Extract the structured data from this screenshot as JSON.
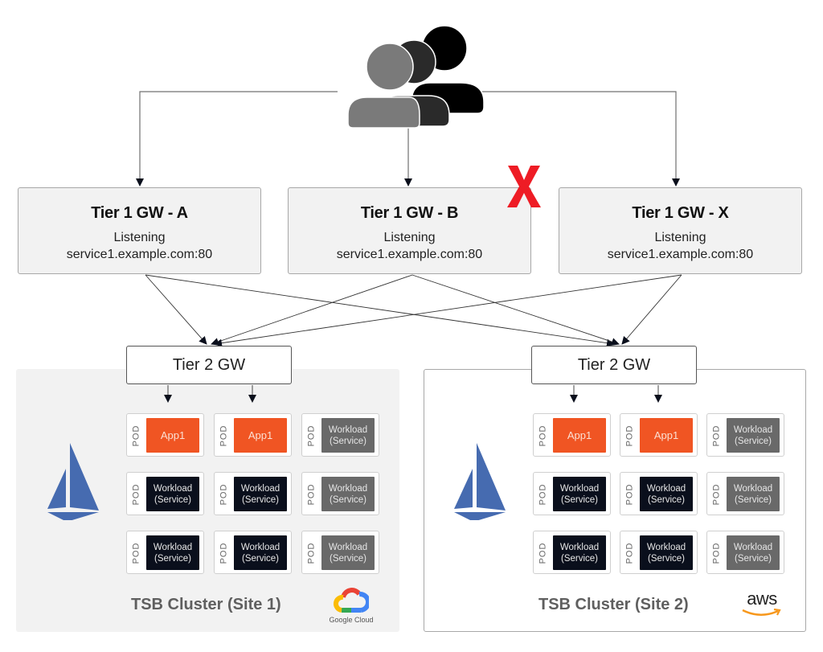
{
  "users": {
    "icon": "users-group-icon",
    "colors": [
      "#000000",
      "#2a2a2a",
      "#7a7a7a"
    ]
  },
  "tier1_gateways": [
    {
      "title": "Tier 1 GW - A",
      "line1": "Listening",
      "line2": "service1.example.com:80",
      "failed": false
    },
    {
      "title": "Tier 1 GW - B",
      "line1": "Listening",
      "line2": "service1.example.com:80",
      "failed": true
    },
    {
      "title": "Tier 1 GW - X",
      "line1": "Listening",
      "line2": "service1.example.com:80",
      "failed": false
    }
  ],
  "failure_marker": {
    "icon": "red-x-icon",
    "color": "#ee1c25"
  },
  "clusters": [
    {
      "title": "TSB Cluster (Site 1)",
      "tier2_label": "Tier 2 GW",
      "provider": "Google Cloud",
      "provider_icon": "google-cloud-logo",
      "mesh_icon": "istio-sail-logo",
      "pods": [
        [
          {
            "label": "POD",
            "kind": "app",
            "line1": "App1",
            "line2": ""
          },
          {
            "label": "POD",
            "kind": "app",
            "line1": "App1",
            "line2": ""
          },
          {
            "label": "POD",
            "kind": "grey",
            "line1": "Workload",
            "line2": "(Service)"
          }
        ],
        [
          {
            "label": "POD",
            "kind": "dark",
            "line1": "Workload",
            "line2": "(Service)"
          },
          {
            "label": "POD",
            "kind": "dark",
            "line1": "Workload",
            "line2": "(Service)"
          },
          {
            "label": "POD",
            "kind": "grey",
            "line1": "Workload",
            "line2": "(Service)"
          }
        ],
        [
          {
            "label": "POD",
            "kind": "dark",
            "line1": "Workload",
            "line2": "(Service)"
          },
          {
            "label": "POD",
            "kind": "dark",
            "line1": "Workload",
            "line2": "(Service)"
          },
          {
            "label": "POD",
            "kind": "grey",
            "line1": "Workload",
            "line2": "(Service)"
          }
        ]
      ]
    },
    {
      "title": "TSB Cluster (Site 2)",
      "tier2_label": "Tier 2 GW",
      "provider": "aws",
      "provider_icon": "aws-logo",
      "mesh_icon": "istio-sail-logo",
      "pods": [
        [
          {
            "label": "POD",
            "kind": "app",
            "line1": "App1",
            "line2": ""
          },
          {
            "label": "POD",
            "kind": "app",
            "line1": "App1",
            "line2": ""
          },
          {
            "label": "POD",
            "kind": "grey",
            "line1": "Workload",
            "line2": "(Service)"
          }
        ],
        [
          {
            "label": "POD",
            "kind": "dark",
            "line1": "Workload",
            "line2": "(Service)"
          },
          {
            "label": "POD",
            "kind": "dark",
            "line1": "Workload",
            "line2": "(Service)"
          },
          {
            "label": "POD",
            "kind": "grey",
            "line1": "Workload",
            "line2": "(Service)"
          }
        ],
        [
          {
            "label": "POD",
            "kind": "dark",
            "line1": "Workload",
            "line2": "(Service)"
          },
          {
            "label": "POD",
            "kind": "dark",
            "line1": "Workload",
            "line2": "(Service)"
          },
          {
            "label": "POD",
            "kind": "grey",
            "line1": "Workload",
            "line2": "(Service)"
          }
        ]
      ]
    }
  ],
  "connections": [
    {
      "from": "users",
      "to": "Tier 1 GW - A"
    },
    {
      "from": "users",
      "to": "Tier 1 GW - B"
    },
    {
      "from": "users",
      "to": "Tier 1 GW - X"
    },
    {
      "from": "Tier 1 GW - A",
      "to": "Tier 2 GW (Site 1)"
    },
    {
      "from": "Tier 1 GW - A",
      "to": "Tier 2 GW (Site 2)"
    },
    {
      "from": "Tier 1 GW - B",
      "to": "Tier 2 GW (Site 1)"
    },
    {
      "from": "Tier 1 GW - B",
      "to": "Tier 2 GW (Site 2)"
    },
    {
      "from": "Tier 1 GW - X",
      "to": "Tier 2 GW (Site 1)"
    },
    {
      "from": "Tier 1 GW - X",
      "to": "Tier 2 GW (Site 2)"
    },
    {
      "from": "Tier 2 GW (Site 1)",
      "to": "App1 pods (Site 1)"
    },
    {
      "from": "Tier 2 GW (Site 2)",
      "to": "App1 pods (Site 2)"
    }
  ],
  "colors": {
    "app": "#f05523",
    "workload_dark": "#0a0f1c",
    "workload_grey": "#696969",
    "box_fill": "#f2f2f2",
    "istio_blue": "#466bb0",
    "failure_red": "#ee1c25"
  }
}
